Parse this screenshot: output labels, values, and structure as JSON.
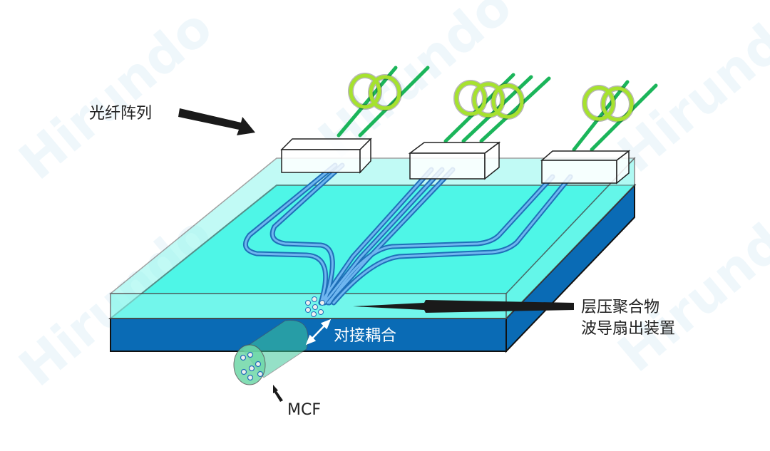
{
  "watermark": "Hirundo",
  "labels": {
    "fiber_array": "光纤阵列",
    "device_line1": "层压聚合物",
    "device_line2": "波导扇出装置",
    "butt_coupling": "对接耦合",
    "mcf": "MCF"
  },
  "colors": {
    "substrate": "#0a6bb5",
    "polymer_layer": "#00f5e0",
    "cladding": "#8ff7ee",
    "waveguide": "#3b8fd9",
    "fiber": "#1bb55a",
    "ring": "#a6e22e"
  }
}
